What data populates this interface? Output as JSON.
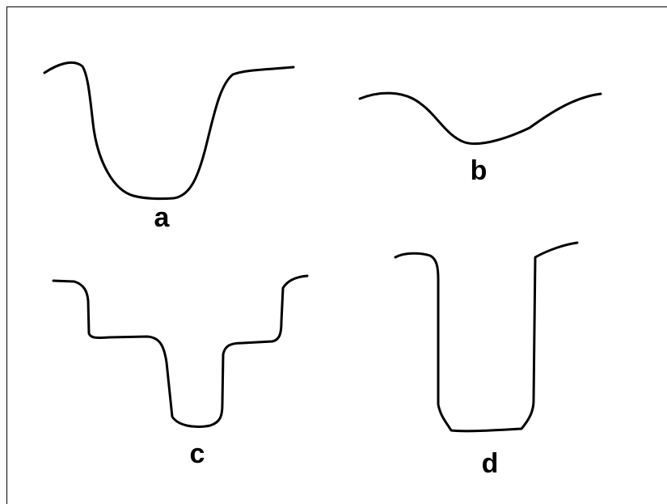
{
  "diagram": {
    "panels": [
      {
        "id": "a",
        "label": "a"
      },
      {
        "id": "b",
        "label": "b"
      },
      {
        "id": "c",
        "label": "c"
      },
      {
        "id": "d",
        "label": "d"
      }
    ],
    "colors": {
      "background": "#ffffff",
      "stroke": "#000000"
    }
  }
}
